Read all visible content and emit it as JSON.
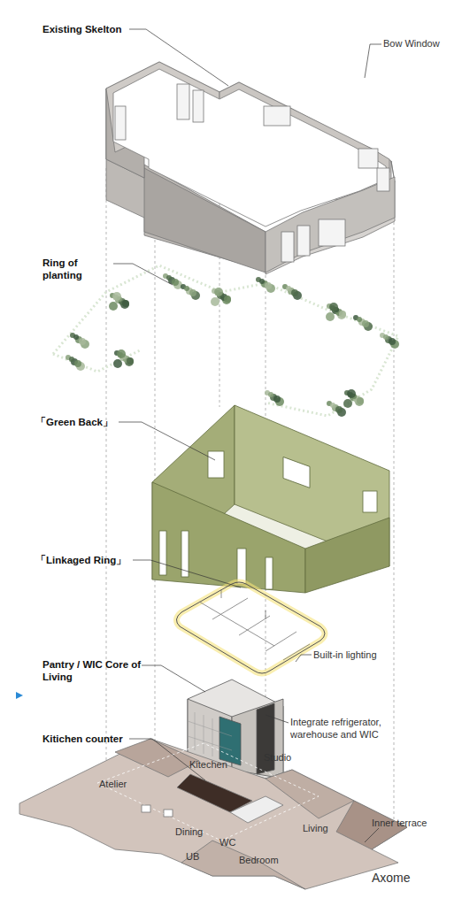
{
  "diagram": {
    "labels": [
      "Existing Skelton",
      "Bow Window",
      "Ring of planting",
      "「Green Back」",
      "「Linkaged Ring」",
      "Built-in lighting",
      "Pantry / WIC Core of Living",
      "Integrate refrigerator, warehouse and WIC",
      "Kitichen counter",
      "Atelier",
      "Kitechen",
      "Studio",
      "Dining",
      "Living",
      "WC",
      "UB",
      "Bedroom",
      "Inner terrace",
      "Axome"
    ]
  }
}
